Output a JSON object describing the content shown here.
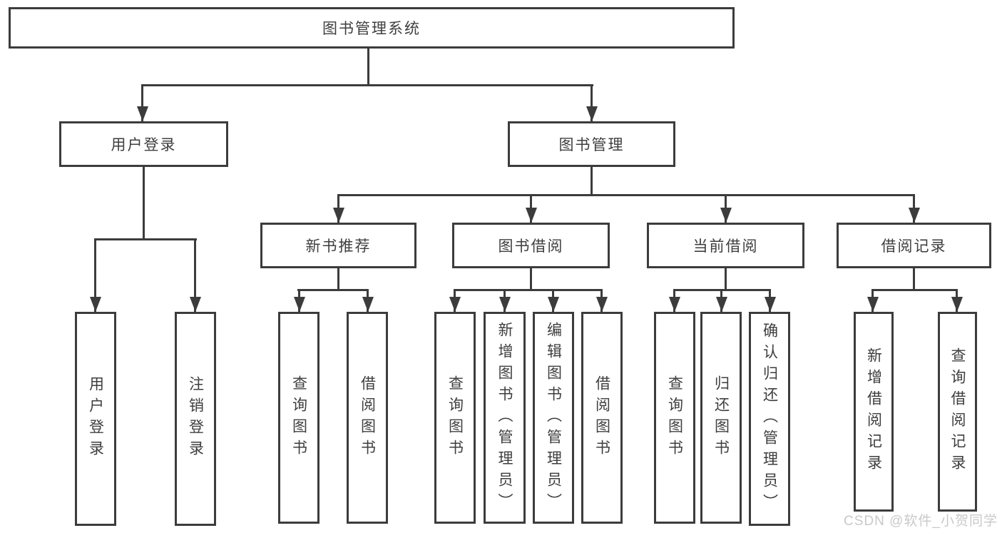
{
  "colors": {
    "line": "#3c3c3c",
    "text": "#3e3e3e",
    "watermark": "#c9c9c9",
    "background": "#ffffff"
  },
  "watermark": {
    "text": "CSDN @软件_小贺同学"
  },
  "tree": {
    "root": {
      "label": "图书管理系统"
    },
    "branches": {
      "user_login": {
        "label": "用户登录",
        "children": [
          {
            "label": "用户登录"
          },
          {
            "label": "注销登录"
          }
        ]
      },
      "book_management": {
        "label": "图书管理",
        "sections": [
          {
            "label": "新书推荐",
            "children": [
              {
                "label": "查询图书"
              },
              {
                "label": "借阅图书"
              }
            ]
          },
          {
            "label": "图书借阅",
            "children": [
              {
                "label": "查询图书"
              },
              {
                "label": "新增图书（管理员）"
              },
              {
                "label": "编辑图书（管理员）"
              },
              {
                "label": "借阅图书"
              }
            ]
          },
          {
            "label": "当前借阅",
            "children": [
              {
                "label": "查询图书"
              },
              {
                "label": "归还图书"
              },
              {
                "label": "确认归还（管理员）"
              }
            ]
          },
          {
            "label": "借阅记录",
            "children": [
              {
                "label": "新增借阅记录"
              },
              {
                "label": "查询借阅记录"
              }
            ]
          }
        ]
      }
    }
  }
}
